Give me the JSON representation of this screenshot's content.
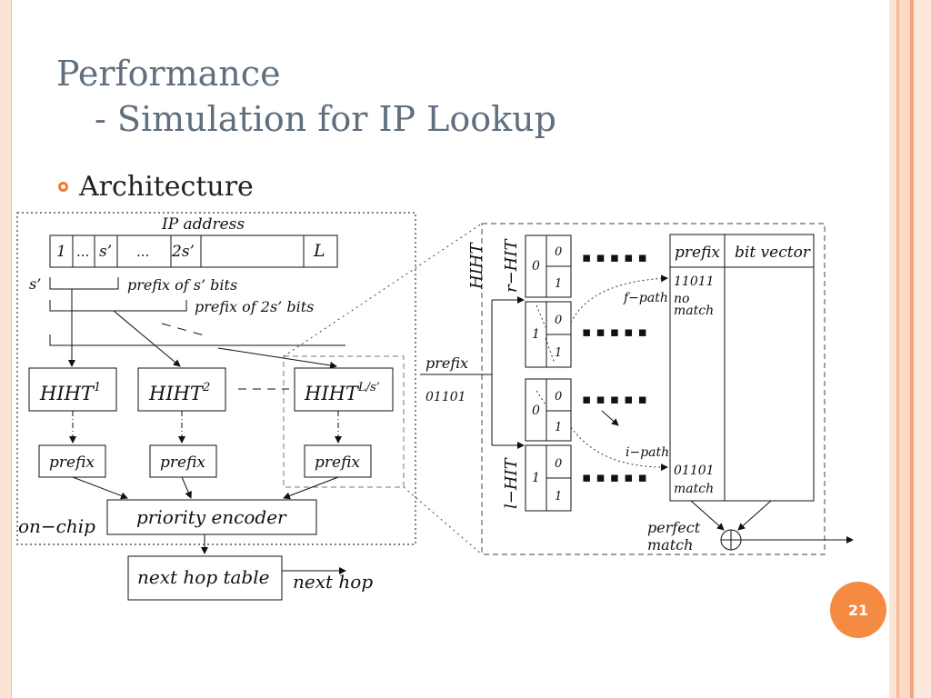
{
  "slide": {
    "title_line1": "Performance",
    "title_line2": "- Simulation for IP Lookup",
    "bullet": "Architecture",
    "page_number": "21"
  },
  "diagram": {
    "ip_address_label": "IP address",
    "ip_cells": [
      "1",
      "...",
      "s’",
      "...",
      "2s’",
      "L"
    ],
    "s_label": "s’",
    "prefix_s_bits": "prefix of s’ bits",
    "prefix_2s_bits": "prefix of 2s’ bits",
    "hiht1": "HIHT",
    "hiht1_sup": "1",
    "hiht2": "HIHT",
    "hiht2_sup": "2",
    "hihtL": "HIHT",
    "hihtL_sup": "L/s’",
    "prefix_box": "prefix",
    "priority_encoder": "priority encoder",
    "on_chip": "on−chip",
    "next_hop_table": "next hop table",
    "next_hop": "next hop",
    "hiht_vertical": "HIHT",
    "r_hit": "r−HIT",
    "l_hit": "l−HIT",
    "prefix_input": "prefix",
    "prefix_input_value": "01101",
    "bits": [
      "0",
      "1"
    ],
    "node_values": [
      "0",
      "1",
      "0",
      "1"
    ],
    "dots": "▪ ▪ ▪ ▪ ▪",
    "f_path": "f−path",
    "i_path": "i−path",
    "table_header_prefix": "prefix",
    "table_header_bitvector": "bit vector",
    "entry1_value": "11011",
    "entry1_no": "no",
    "entry1_match": "match",
    "entry2_value": "01101",
    "entry2_match": "match",
    "perfect": "perfect",
    "match": "match"
  },
  "colors": {
    "accent": "#f07c2e",
    "title": "#5f6f7f",
    "page_badge": "#f58a42"
  }
}
